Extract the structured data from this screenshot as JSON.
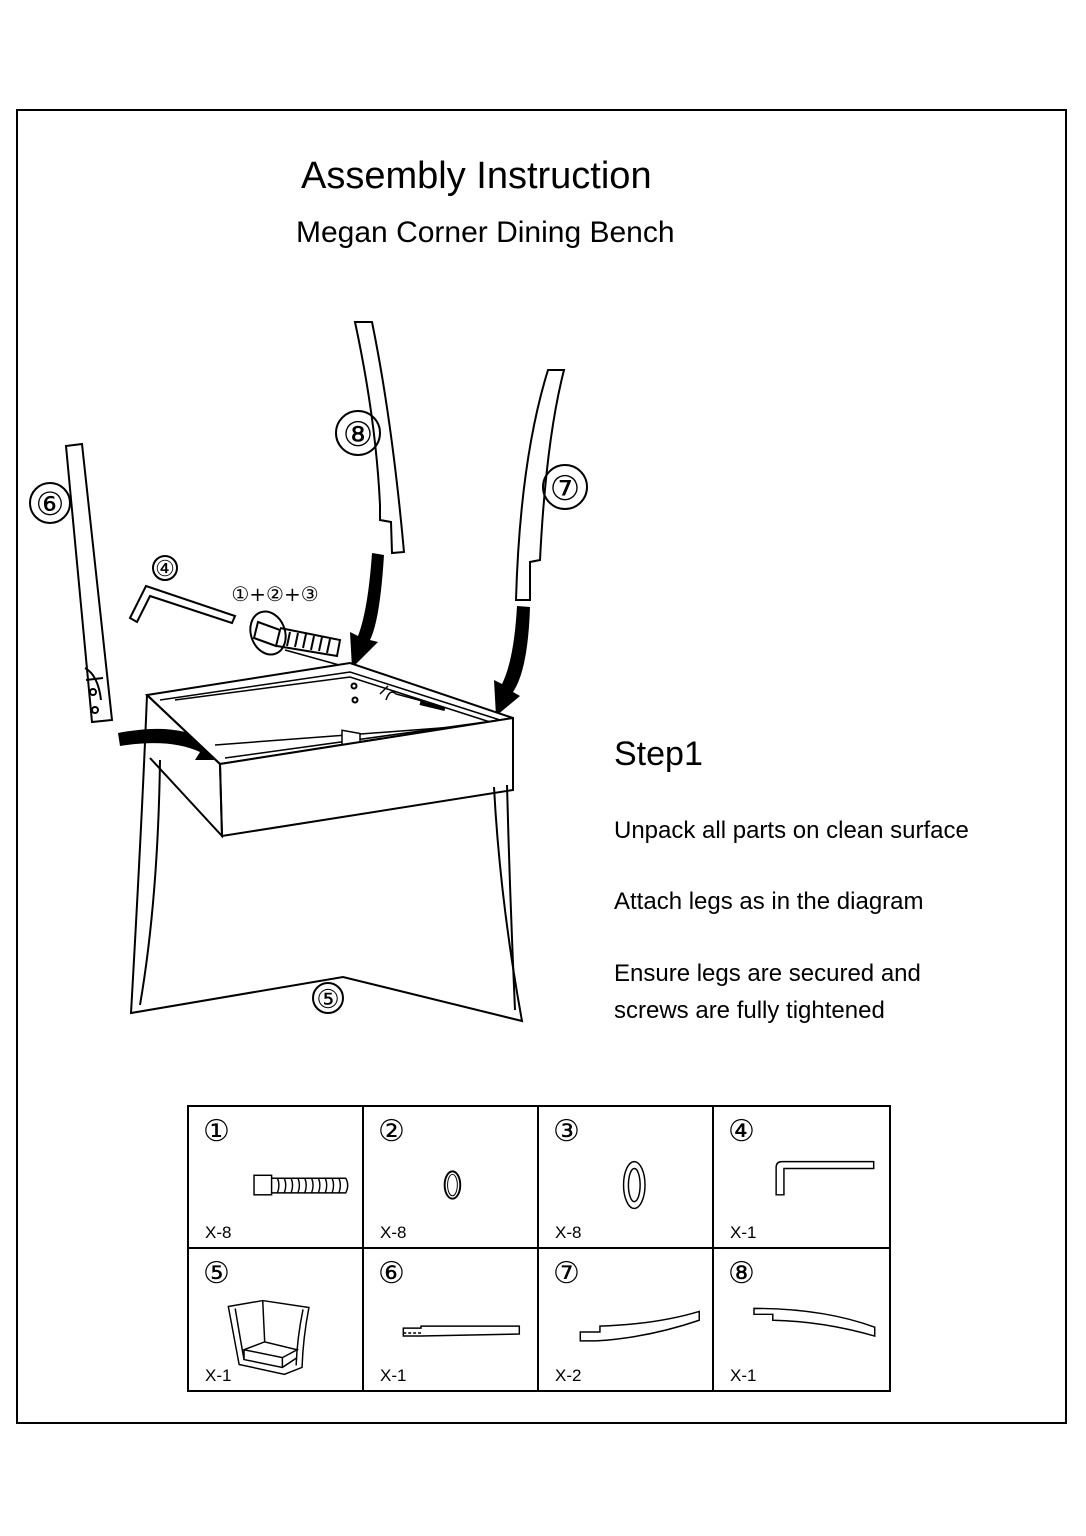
{
  "header": {
    "title": "Assembly Instruction",
    "subtitle": "Megan Corner Dining Bench"
  },
  "diagram": {
    "callouts": {
      "part6": "⑥",
      "part8": "⑧",
      "part7": "⑦",
      "part4": "④",
      "combo": "①+②+③",
      "part5": "⑤"
    }
  },
  "step": {
    "title": "Step1",
    "instructions": [
      "Unpack all parts on clean surface",
      "Attach legs as in the diagram",
      "Ensure legs are secured and",
      "screws are fully tightened"
    ]
  },
  "parts": [
    {
      "number": "①",
      "quantity": "X-8",
      "icon": "bolt-icon"
    },
    {
      "number": "②",
      "quantity": "X-8",
      "icon": "spring-washer-icon"
    },
    {
      "number": "③",
      "quantity": "X-8",
      "icon": "flat-washer-icon"
    },
    {
      "number": "④",
      "quantity": "X-1",
      "icon": "allen-key-icon"
    },
    {
      "number": "⑤",
      "quantity": "X-1",
      "icon": "corner-bench-icon"
    },
    {
      "number": "⑥",
      "quantity": "X-1",
      "icon": "straight-leg-icon"
    },
    {
      "number": "⑦",
      "quantity": "X-2",
      "icon": "curved-leg-icon"
    },
    {
      "number": "⑧",
      "quantity": "X-1",
      "icon": "curved-leg-icon"
    }
  ]
}
